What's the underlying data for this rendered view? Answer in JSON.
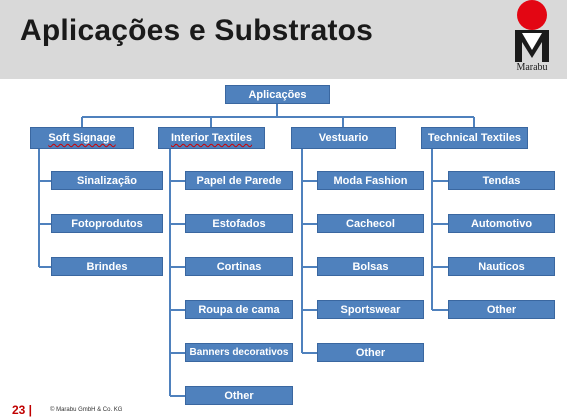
{
  "slide": {
    "title": "Aplicações e Substratos",
    "logo_text": "Marabu",
    "page_number": "23 |",
    "copyright": "© Marabu GmbH & Co. KG"
  },
  "diagram": {
    "root": "Aplicações",
    "categories": [
      {
        "label": "Soft Signage",
        "items": [
          "Sinalização",
          "Fotoprodutos",
          "Brindes"
        ]
      },
      {
        "label": "Interior Textiles",
        "items": [
          "Papel de Parede",
          "Estofados",
          "Cortinas",
          "Roupa de cama",
          "Banners decorativos",
          "Other"
        ]
      },
      {
        "label": "Vestuario",
        "items": [
          "Moda Fashion",
          "Cachecol",
          "Bolsas",
          "Sportswear",
          "Other"
        ]
      },
      {
        "label": "Technical Textiles",
        "items": [
          "Tendas",
          "Automotivo",
          "Nauticos",
          "Other"
        ]
      }
    ]
  },
  "colors": {
    "box_fill": "#4f81bd",
    "box_border": "#3a67a0",
    "connector": "#4f81bd",
    "header_bg": "#d9d9d9",
    "accent_red": "#c00000"
  }
}
